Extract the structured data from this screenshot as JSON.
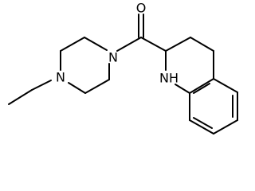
{
  "molecule": {
    "atoms": [
      {
        "id": "O",
        "label": "O"
      },
      {
        "id": "N1",
        "label": "N"
      },
      {
        "id": "N2",
        "label": "N"
      },
      {
        "id": "NH",
        "label": "NH"
      }
    ],
    "colors": {
      "bond": "#000000",
      "label": "#000000",
      "background": "#ffffff"
    }
  }
}
